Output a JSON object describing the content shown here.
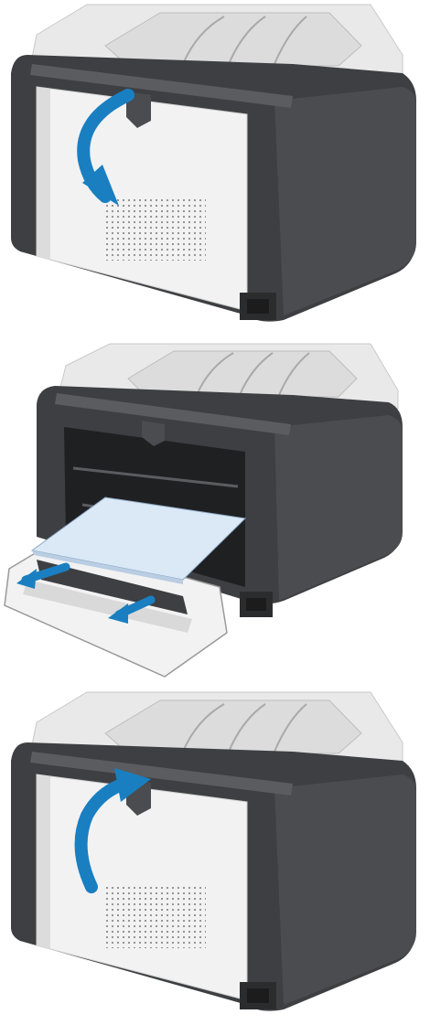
{
  "colors": {
    "body_dark": "#3d3f42",
    "body_mid": "#55585c",
    "body_edge": "#2b2c2e",
    "panel_light": "#f2f2f2",
    "panel_shade": "#d9d9d9",
    "top_light": "#ececec",
    "arrow_blue": "#1a7fc1",
    "paper_blue": "#dbe9f7"
  },
  "steps": [
    {
      "action": "open-rear-door",
      "arrow_icon": "curved-arrow-down-icon"
    },
    {
      "action": "remove-jammed-paper",
      "arrow_icon": "pull-arrow-icon"
    },
    {
      "action": "close-rear-door",
      "arrow_icon": "curved-arrow-up-icon"
    }
  ]
}
